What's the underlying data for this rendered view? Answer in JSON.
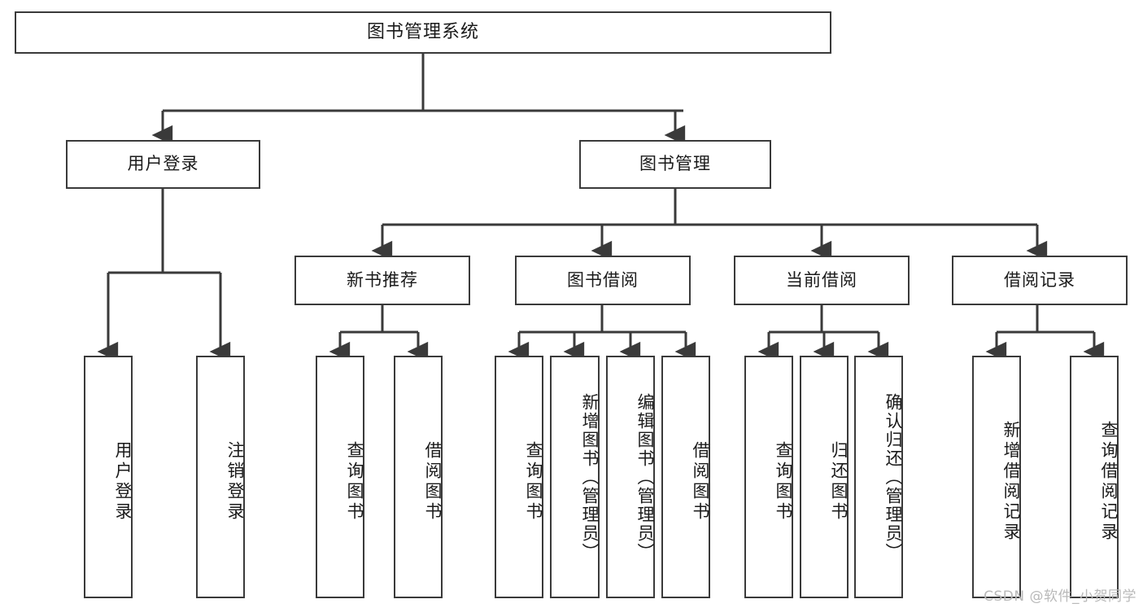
{
  "diagram": {
    "type": "tree-hierarchy",
    "title": "图书管理系统",
    "watermark": "CSDN @软件_小贺同学",
    "colors": {
      "box_border": "#3a3a3a",
      "box_fill": "#ffffff",
      "edge": "#3a3a3a",
      "text": "#1a1a1a",
      "watermark": "#b9b9b9",
      "background": "#ffffff"
    },
    "root": {
      "label": "图书管理系统"
    },
    "level2": [
      {
        "label": "用户登录"
      },
      {
        "label": "图书管理"
      }
    ],
    "level3": [
      {
        "label": "新书推荐"
      },
      {
        "label": "图书借阅"
      },
      {
        "label": "当前借阅"
      },
      {
        "label": "借阅记录"
      }
    ],
    "leaves": {
      "user_login": [
        {
          "label": "用户登录"
        },
        {
          "label": "注销登录"
        }
      ],
      "new_book_recommend": [
        {
          "label": "查询图书"
        },
        {
          "label": "借阅图书"
        }
      ],
      "book_borrow": [
        {
          "label": "查询图书"
        },
        {
          "label": "新增图书（管理员）"
        },
        {
          "label": "编辑图书（管理员）"
        },
        {
          "label": "借阅图书"
        }
      ],
      "current_borrow": [
        {
          "label": "查询图书"
        },
        {
          "label": "归还图书"
        },
        {
          "label": "确认归还（管理员）"
        }
      ],
      "borrow_records": [
        {
          "label": "新增借阅记录"
        },
        {
          "label": "查询借阅记录"
        }
      ]
    }
  }
}
